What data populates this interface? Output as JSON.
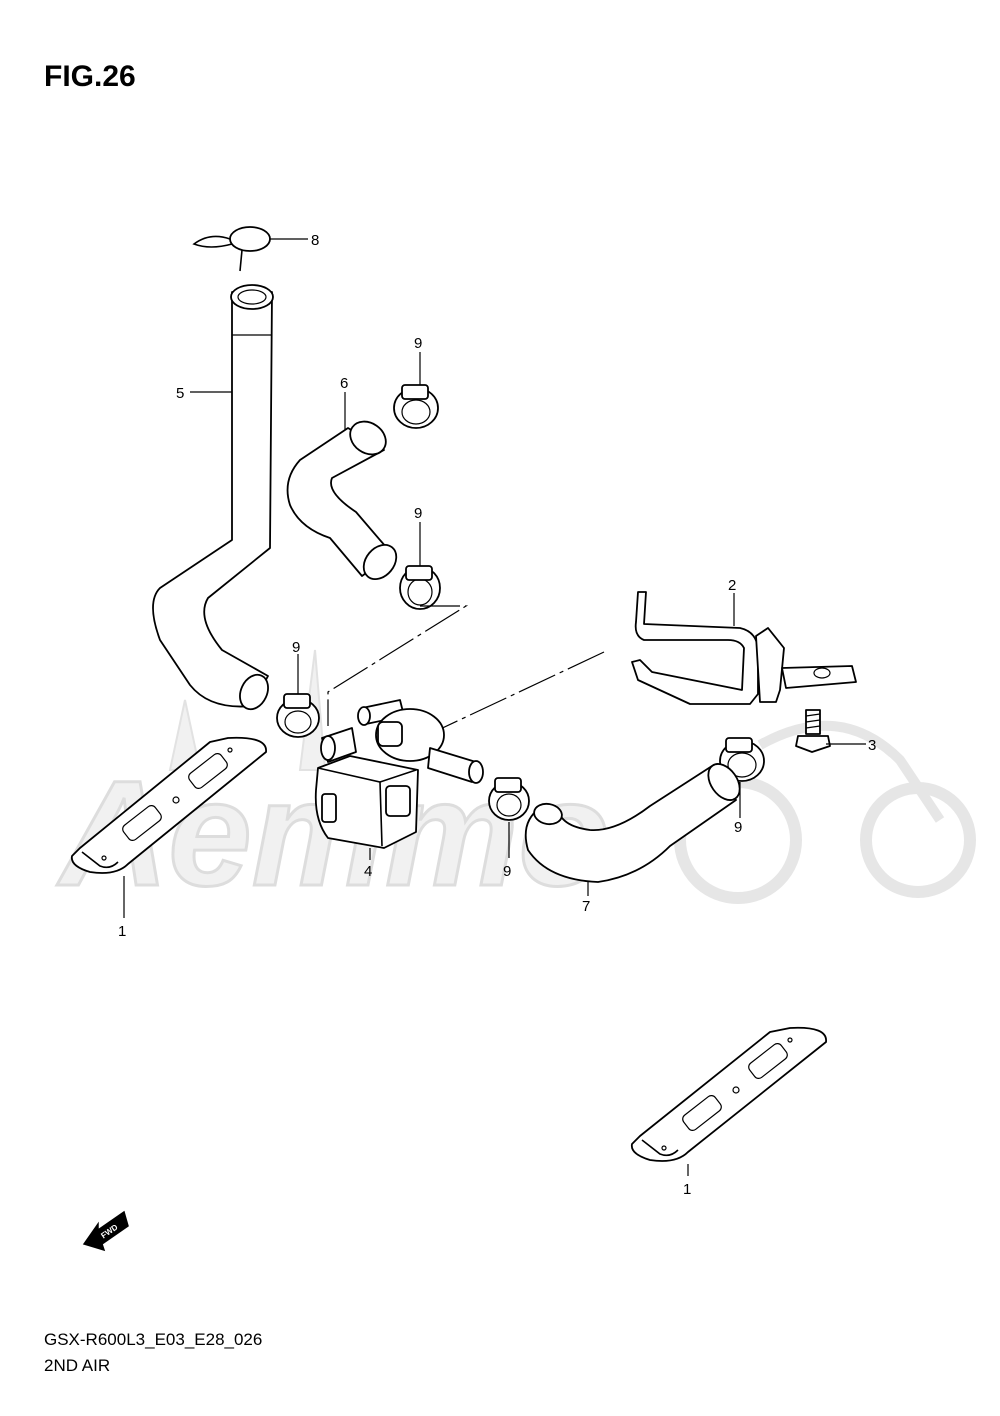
{
  "figure": {
    "title": "FIG.26"
  },
  "footer": {
    "code": "GSX-R600L3_E03_E28_026",
    "subtitle": "2ND AIR"
  },
  "fwd_arrow": {
    "label": "FWD"
  },
  "watermark": {
    "text": "Aemmo"
  },
  "callouts": {
    "c1a": "1",
    "c1b": "1",
    "c2": "2",
    "c3": "3",
    "c4": "4",
    "c5": "5",
    "c6": "6",
    "c7": "7",
    "c8": "8",
    "c9a": "9",
    "c9b": "9",
    "c9c": "9",
    "c9d": "9",
    "c9e": "9"
  }
}
